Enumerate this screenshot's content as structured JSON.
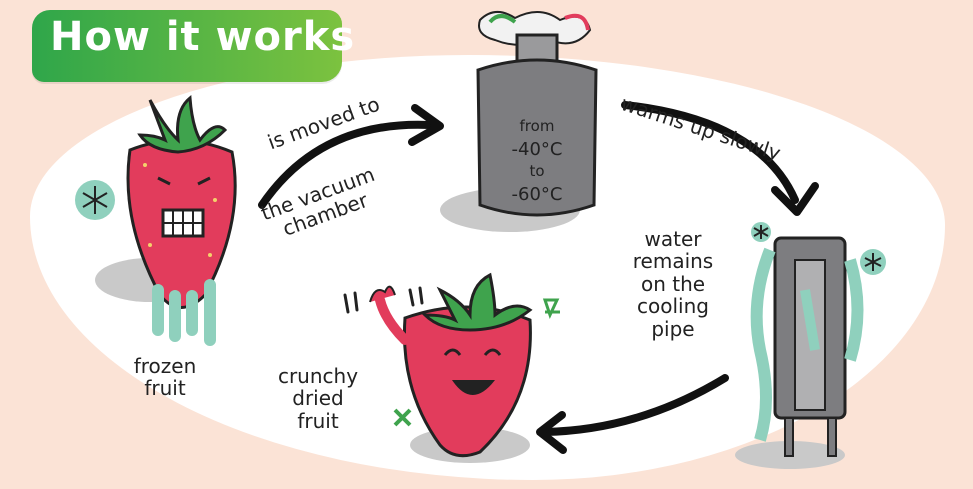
{
  "title": "How it works",
  "labels": {
    "moved_to": "is moved to",
    "vacuum_chamber": "the vacuum\nchamber",
    "from": "from",
    "temp_high": "-40°C",
    "to": "to",
    "temp_low": "-60°C",
    "warms_up": "warms up slowly",
    "water_remains": "water\nremains\non the\ncooling\npipe",
    "frozen_fruit": "frozen\nfruit",
    "crunchy_fruit": "crunchy\ndried\nfruit"
  },
  "colors": {
    "strawberry": "#e23c5c",
    "leaf": "#3fa34d",
    "ice": "#8fd0bd",
    "chamber": "#7d7d80",
    "title_green": "#2fa64a",
    "background": "#fbe3d6"
  },
  "icons": [
    "snowflake-icon",
    "sparkle-icon"
  ]
}
